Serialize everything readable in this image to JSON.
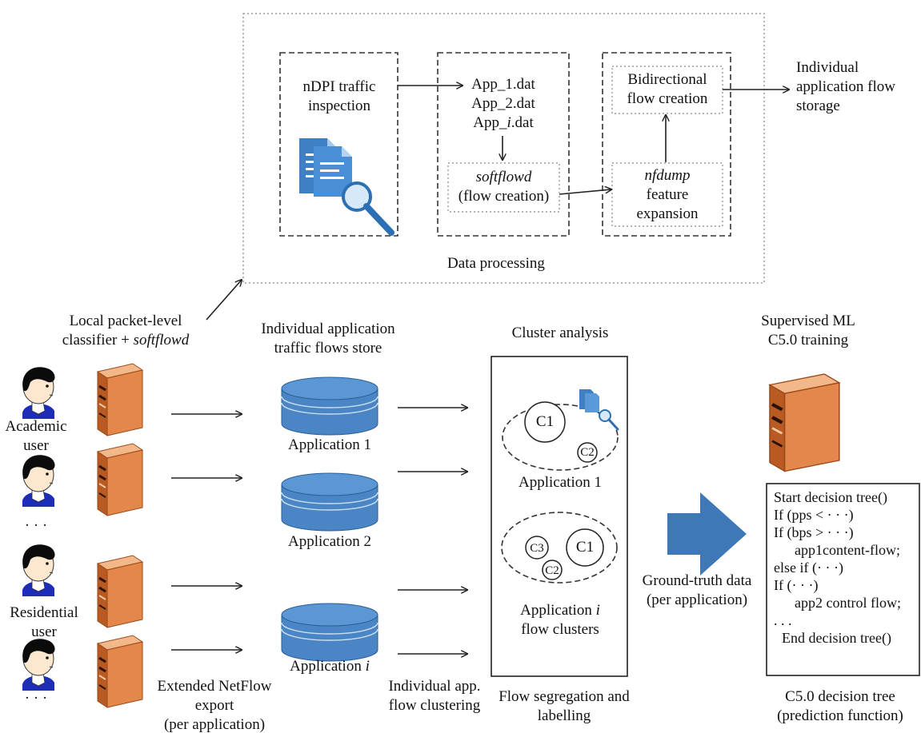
{
  "data_processing": {
    "caption": "Data processing",
    "ndpi": [
      "nDPI traffic",
      "inspection"
    ],
    "app_files": {
      "app1": "App_1.dat",
      "app2": "App_2.dat",
      "appi_prefix": "App_",
      "appi_var": "i",
      "appi_suffix": ".dat"
    },
    "softflowd": {
      "name": "softflowd",
      "sub": "(flow creation)"
    },
    "bidirectional": [
      "Bidirectional",
      "flow creation"
    ],
    "nfdump": {
      "name": "nfdump",
      "line2": "feature",
      "line3": "expansion"
    },
    "storage": [
      "Individual",
      "application flow",
      "storage"
    ]
  },
  "classifier": {
    "line1": "Local packet-level",
    "line2_prefix": "classifier + ",
    "line2_italic": "softflowd"
  },
  "users": {
    "academic": [
      "Academic",
      "user"
    ],
    "residential": [
      "Residential",
      "user"
    ],
    "ellipsis": "· · ·"
  },
  "store": {
    "title": [
      "Individual application",
      "traffic flows store"
    ],
    "app1": "Application 1",
    "app2": "Application 2",
    "appi_prefix": "Application ",
    "appi_var": "i"
  },
  "netflow_export": [
    "Extended NetFlow",
    "export",
    "(per application)"
  ],
  "flow_clustering": [
    "Individual app.",
    "flow clustering"
  ],
  "cluster": {
    "title": "Cluster analysis",
    "c1": "C1",
    "c2": "C2",
    "c3": "C3",
    "app1": "Application 1",
    "appi_prefix": "Application ",
    "appi_var": "i",
    "appi_line2": "flow clusters",
    "caption": [
      "Flow segregation and",
      "labelling"
    ]
  },
  "ground_truth": [
    "Ground-truth data",
    "(per application)"
  ],
  "ml": {
    "title": [
      "Supervised ML",
      "C5.0 training"
    ]
  },
  "decision_tree": {
    "lines": [
      "Start decision tree()",
      "If (pps < · · ·)",
      "If (bps > · · ·)",
      "app1content-flow;",
      "else if (· · ·)",
      "If (· · ·)",
      "app2 control flow;",
      ". . .",
      "End decision tree()"
    ],
    "caption": [
      "C5.0 decision tree",
      "(prediction function)"
    ]
  },
  "colors": {
    "server_orange": "#e3874a",
    "db_blue": "#4a86c5",
    "arrow_blue": "#3f78b7",
    "skin": "#fde7cf",
    "shirt_blue": "#1d2db7"
  }
}
